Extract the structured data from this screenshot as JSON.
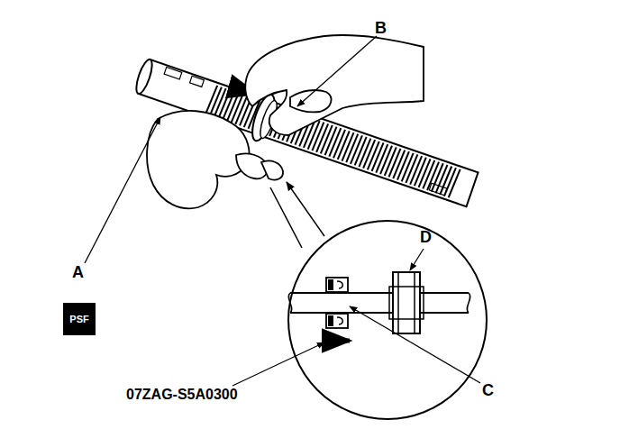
{
  "diagram": {
    "nodes": [
      {
        "text": [
          "PSF"
        ]
      }
    ],
    "labels": [
      "B",
      "A",
      "D",
      "C",
      "07ZAG-S5A0300"
    ]
  }
}
